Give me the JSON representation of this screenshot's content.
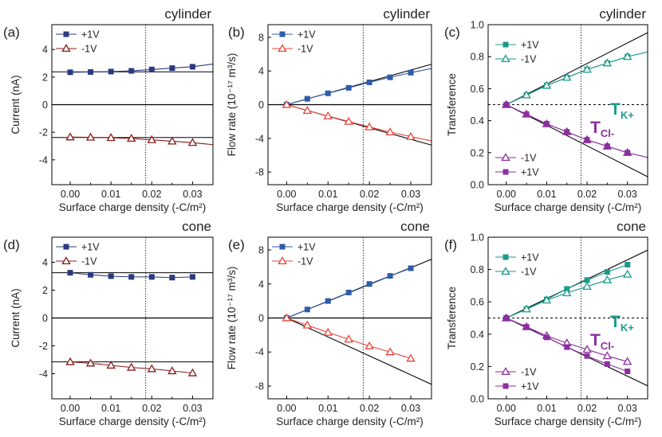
{
  "chart_data": [
    {
      "type": "line",
      "panel": "(a)",
      "title": "cylinder",
      "xlabel": "Surface charge density (-C/m²)",
      "ylabel": "Current (nA)",
      "xlim": [
        -0.0045,
        0.035
      ],
      "ylim": [
        -5.8,
        5.8
      ],
      "xticks": [
        "0.00",
        "0.01",
        "0.02",
        "0.03"
      ],
      "yticks": [
        "-4",
        "-2",
        "0",
        "2",
        "4"
      ],
      "x": [
        0,
        0.005,
        0.01,
        0.015,
        0.02,
        0.025,
        0.03
      ],
      "series": [
        {
          "name": "+1V",
          "marker": "filled-square",
          "color": "#2b3a80",
          "values": [
            2.35,
            2.37,
            2.4,
            2.45,
            2.55,
            2.65,
            2.75
          ]
        },
        {
          "name": "-1V",
          "marker": "open-triangle",
          "color": "#8b1a1a",
          "values": [
            -2.35,
            -2.37,
            -2.4,
            -2.45,
            -2.55,
            -2.65,
            -2.75
          ]
        }
      ],
      "reference_lines": [
        {
          "x1": -0.0045,
          "y1": 2.38,
          "x2": 0.035,
          "y2": 2.38
        },
        {
          "x1": -0.0045,
          "y1": -2.38,
          "x2": 0.035,
          "y2": -2.38
        }
      ],
      "extended_fit": [
        {
          "series": 0,
          "x": 0.035,
          "y": 2.95
        },
        {
          "series": 1,
          "x": 0.035,
          "y": -2.9
        }
      ],
      "zero_line": true,
      "vline": 0.0185,
      "hline_dashed": null,
      "legend": "top-left"
    },
    {
      "type": "line",
      "panel": "(b)",
      "title": "cylinder",
      "xlabel": "Surface charge density (-C/m²)",
      "ylabel": "Flow rate (10⁻¹⁷ m³/s)",
      "xlim": [
        -0.0045,
        0.035
      ],
      "ylim": [
        -9.5,
        9.5
      ],
      "xticks": [
        "0.00",
        "0.01",
        "0.02",
        "0.03"
      ],
      "yticks": [
        "-8",
        "-4",
        "0",
        "4",
        "8"
      ],
      "x": [
        0,
        0.005,
        0.01,
        0.015,
        0.02,
        0.025,
        0.03
      ],
      "series": [
        {
          "name": "+1V",
          "marker": "filled-square",
          "color": "#2d5ca8",
          "values": [
            0,
            0.7,
            1.35,
            2.0,
            2.65,
            3.25,
            3.8
          ]
        },
        {
          "name": "-1V",
          "marker": "open-triangle",
          "color": "#e8443a",
          "values": [
            0,
            -0.7,
            -1.35,
            -2.0,
            -2.65,
            -3.25,
            -3.8
          ]
        }
      ],
      "reference_lines": [
        {
          "x1": 0,
          "y1": 0,
          "x2": 0.035,
          "y2": 4.8
        },
        {
          "x1": 0,
          "y1": 0,
          "x2": 0.035,
          "y2": -4.8
        }
      ],
      "extended_fit": [
        {
          "series": 0,
          "x": 0.035,
          "y": 4.3
        },
        {
          "series": 1,
          "x": 0.035,
          "y": -4.3
        }
      ],
      "zero_line": true,
      "vline": 0.0185,
      "hline_dashed": null,
      "legend": "top-left"
    },
    {
      "type": "line",
      "panel": "(c)",
      "title": "cylinder",
      "xlabel": "Surface charge density (-C/m²)",
      "ylabel": "Transference",
      "xlim": [
        -0.0045,
        0.035
      ],
      "ylim": [
        0.0,
        1.0
      ],
      "xticks": [
        "0.00",
        "0.01",
        "0.02",
        "0.03"
      ],
      "yticks": [
        "0.0",
        "0.2",
        "0.4",
        "0.6",
        "0.8",
        "1.0"
      ],
      "x": [
        0,
        0.005,
        0.01,
        0.015,
        0.02,
        0.025,
        0.03
      ],
      "series": [
        {
          "name": "+1V",
          "marker": "filled-square",
          "color": "#1a9a8c",
          "values": [
            0.5,
            0.56,
            0.62,
            0.67,
            0.72,
            0.76,
            0.8
          ]
        },
        {
          "name": "-1V",
          "marker": "open-triangle",
          "color": "#1a9a8c",
          "values": [
            0.5,
            0.56,
            0.62,
            0.67,
            0.72,
            0.76,
            0.8
          ]
        },
        {
          "name": "-1V",
          "marker": "open-triangle",
          "color": "#8b2f9e",
          "values": [
            0.5,
            0.44,
            0.38,
            0.33,
            0.28,
            0.24,
            0.2
          ]
        },
        {
          "name": "+1V",
          "marker": "filled-square",
          "color": "#8b2f9e",
          "values": [
            0.5,
            0.44,
            0.38,
            0.33,
            0.28,
            0.24,
            0.2
          ]
        }
      ],
      "reference_lines": [
        {
          "x1": 0,
          "y1": 0.5,
          "x2": 0.035,
          "y2": 0.95
        },
        {
          "x1": 0,
          "y1": 0.5,
          "x2": 0.035,
          "y2": 0.05
        }
      ],
      "extended_fit": [
        {
          "series": 1,
          "x": 0.035,
          "y": 0.83
        },
        {
          "series": 2,
          "x": 0.035,
          "y": 0.17
        }
      ],
      "zero_line": false,
      "vline": 0.0185,
      "hline_dashed": 0.5,
      "legend": "top-left / bottom-left",
      "annotations": [
        "T",
        "K+",
        "T",
        "Cl-"
      ]
    },
    {
      "type": "line",
      "panel": "(d)",
      "title": "cone",
      "xlabel": "Surface charge density (-C/m²)",
      "ylabel": "Current (nA)",
      "xlim": [
        -0.0045,
        0.035
      ],
      "ylim": [
        -5.8,
        5.8
      ],
      "xticks": [
        "0.00",
        "0.01",
        "0.02",
        "0.03"
      ],
      "yticks": [
        "-4",
        "-2",
        "0",
        "2",
        "4"
      ],
      "x": [
        0,
        0.005,
        0.01,
        0.015,
        0.02,
        0.025,
        0.03
      ],
      "series": [
        {
          "name": "+1V",
          "marker": "filled-square",
          "color": "#2b3a80",
          "values": [
            3.25,
            3.1,
            3.0,
            2.95,
            2.95,
            2.9,
            2.95
          ]
        },
        {
          "name": "-1V",
          "marker": "open-triangle",
          "color": "#8b1a1a",
          "values": [
            -3.15,
            -3.25,
            -3.4,
            -3.55,
            -3.65,
            -3.8,
            -3.95
          ]
        }
      ],
      "reference_lines": [
        {
          "x1": -0.0045,
          "y1": 3.25,
          "x2": 0.035,
          "y2": 3.25
        },
        {
          "x1": -0.0045,
          "y1": -3.15,
          "x2": 0.035,
          "y2": -3.15
        }
      ],
      "extended_fit": [],
      "zero_line": true,
      "vline": 0.0185,
      "hline_dashed": null,
      "legend": "top-left"
    },
    {
      "type": "line",
      "panel": "(e)",
      "title": "cone",
      "xlabel": "Surface charge density (-C/m²)",
      "ylabel": "Flow rate (10⁻¹⁷ m³/s)",
      "xlim": [
        -0.0045,
        0.035
      ],
      "ylim": [
        -9.5,
        9.5
      ],
      "xticks": [
        "0.00",
        "0.01",
        "0.02",
        "0.03"
      ],
      "yticks": [
        "-8",
        "-4",
        "0",
        "4",
        "8"
      ],
      "x": [
        0,
        0.005,
        0.01,
        0.015,
        0.02,
        0.025,
        0.03
      ],
      "series": [
        {
          "name": "+1V",
          "marker": "filled-square",
          "color": "#2d5ca8",
          "values": [
            0,
            1.0,
            2.0,
            3.0,
            4.0,
            4.95,
            5.85
          ]
        },
        {
          "name": "-1V",
          "marker": "open-triangle",
          "color": "#e8443a",
          "values": [
            0,
            -0.85,
            -1.7,
            -2.5,
            -3.3,
            -4.0,
            -4.75
          ]
        }
      ],
      "reference_lines": [
        {
          "x1": 0,
          "y1": 0,
          "x2": 0.035,
          "y2": 6.9
        },
        {
          "x1": 0,
          "y1": 0,
          "x2": 0.035,
          "y2": -7.8
        }
      ],
      "extended_fit": [],
      "zero_line": true,
      "vline": 0.0185,
      "hline_dashed": null,
      "legend": "top-left"
    },
    {
      "type": "line",
      "panel": "(f)",
      "title": "cone",
      "xlabel": "Surface charge density (-C/m²)",
      "ylabel": "Transference",
      "xlim": [
        -0.0045,
        0.035
      ],
      "ylim": [
        0.0,
        1.0
      ],
      "xticks": [
        "0.00",
        "0.01",
        "0.02",
        "0.03"
      ],
      "yticks": [
        "0.0",
        "0.2",
        "0.4",
        "0.6",
        "0.8",
        "1.0"
      ],
      "x": [
        0,
        0.005,
        0.01,
        0.015,
        0.02,
        0.025,
        0.03
      ],
      "series": [
        {
          "name": "+1V",
          "marker": "filled-square",
          "color": "#1a9a8c",
          "values": [
            0.5,
            0.555,
            0.615,
            0.68,
            0.735,
            0.785,
            0.83
          ]
        },
        {
          "name": "-1V",
          "marker": "open-triangle",
          "color": "#1a9a8c",
          "values": [
            0.5,
            0.555,
            0.61,
            0.655,
            0.695,
            0.735,
            0.77
          ]
        },
        {
          "name": "-1V",
          "marker": "open-triangle",
          "color": "#8b2f9e",
          "values": [
            0.5,
            0.445,
            0.39,
            0.345,
            0.305,
            0.265,
            0.23
          ]
        },
        {
          "name": "+1V",
          "marker": "filled-square",
          "color": "#8b2f9e",
          "values": [
            0.5,
            0.445,
            0.38,
            0.32,
            0.265,
            0.215,
            0.17
          ]
        }
      ],
      "reference_lines": [
        {
          "x1": 0,
          "y1": 0.5,
          "x2": 0.035,
          "y2": 0.92
        },
        {
          "x1": 0,
          "y1": 0.5,
          "x2": 0.035,
          "y2": 0.08
        }
      ],
      "extended_fit": [],
      "zero_line": false,
      "vline": 0.0185,
      "hline_dashed": 0.5,
      "legend": "top-left / bottom-left",
      "annotations": [
        "T",
        "K+",
        "T",
        "Cl-"
      ]
    }
  ]
}
